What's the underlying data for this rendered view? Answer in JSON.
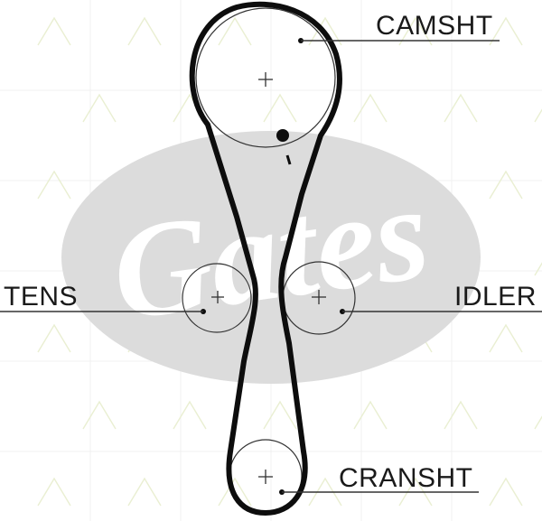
{
  "logo": {
    "text": "Gates",
    "fill_color": "#dcdcdc"
  },
  "labels": {
    "camshaft": "CAMSHT",
    "tensioner": "TENS",
    "idler": "IDLER",
    "crankshaft": "CRANSHT"
  },
  "colors": {
    "belt": "#0d0d0d",
    "pulley_outline": "#333333",
    "watermark_triangles": "#e9efd2",
    "background": "#ffffff"
  }
}
